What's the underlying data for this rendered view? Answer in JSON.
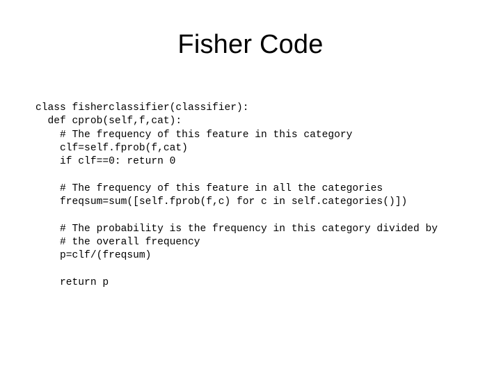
{
  "slide": {
    "title": "Fisher Code",
    "background_color": "#ffffff",
    "text_color": "#000000"
  },
  "code": {
    "language": "python",
    "lines": [
      "class fisherclassifier(classifier):",
      "  def cprob(self,f,cat):",
      "    # The frequency of this feature in this category",
      "    clf=self.fprob(f,cat)",
      "    if clf==0: return 0",
      "",
      "    # The frequency of this feature in all the categories",
      "    freqsum=sum([self.fprob(f,c) for c in self.categories()])",
      "",
      "    # The probability is the frequency in this category divided by",
      "    # the overall frequency",
      "    p=clf/(freqsum)",
      "",
      "    return p"
    ]
  }
}
